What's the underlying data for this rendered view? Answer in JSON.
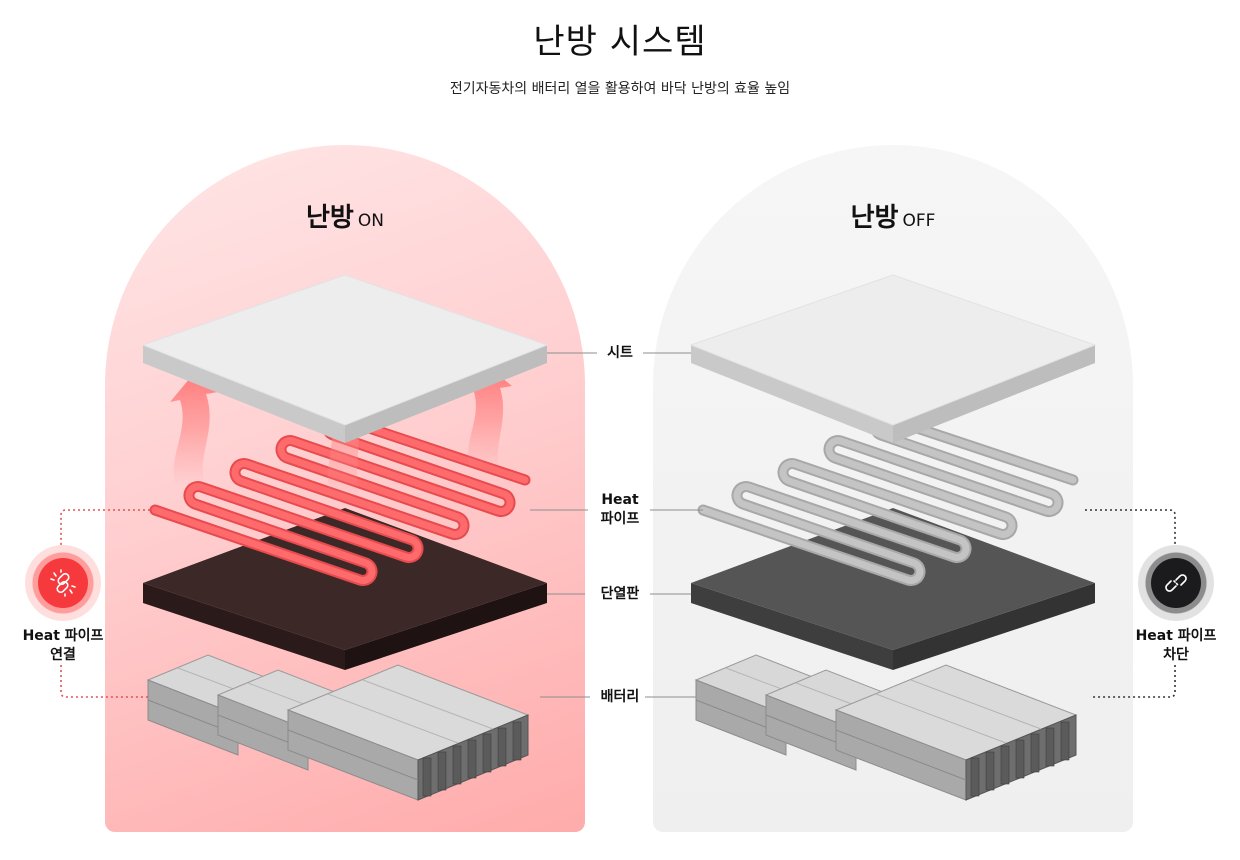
{
  "header": {
    "title": "난방 시스템",
    "subtitle": "전기자동차의 배터리 열을 활용하여 바닥 난방의 효율 높임"
  },
  "panels": {
    "on": {
      "title": "난방",
      "state": "ON",
      "accent": "#f5393d",
      "background": "#ffcfd0"
    },
    "off": {
      "title": "난방",
      "state": "OFF",
      "accent": "#1b1b1d",
      "background": "#efefef"
    }
  },
  "layers": {
    "seat": "시트",
    "heat_pipe_line1": "Heat",
    "heat_pipe_line2": "파이프",
    "insulator": "단열판",
    "battery": "배터리"
  },
  "status": {
    "connected": {
      "icon": "link-icon",
      "line1": "Heat 파이프",
      "line2": "연결"
    },
    "blocked": {
      "icon": "broken-link-icon",
      "line1": "Heat 파이프",
      "line2": "차단"
    }
  },
  "colors": {
    "pipe_on": "#ff5a5c",
    "pipe_off": "#b9b9b9",
    "insulator_on": "#3a2424",
    "insulator_off": "#4b4b4b",
    "heat_arrow": "#ff7b7b"
  }
}
